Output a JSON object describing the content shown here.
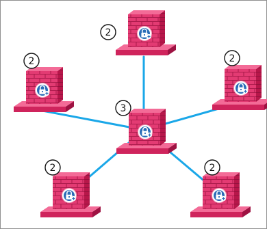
{
  "diagram": {
    "hub": {
      "label": "3"
    },
    "spokes": [
      {
        "id": "top",
        "label": "2"
      },
      {
        "id": "upper-left",
        "label": "2"
      },
      {
        "id": "upper-right",
        "label": "2"
      },
      {
        "id": "lower-left",
        "label": "2"
      },
      {
        "id": "lower-right",
        "label": "2"
      }
    ],
    "colors": {
      "link": "#1aa7e8",
      "wall_front": "#e33b73",
      "wall_side": "#b7174a",
      "wall_top": "#f36b97",
      "brick_line": "#9a1140",
      "lock_badge": "#2a6db8"
    }
  }
}
